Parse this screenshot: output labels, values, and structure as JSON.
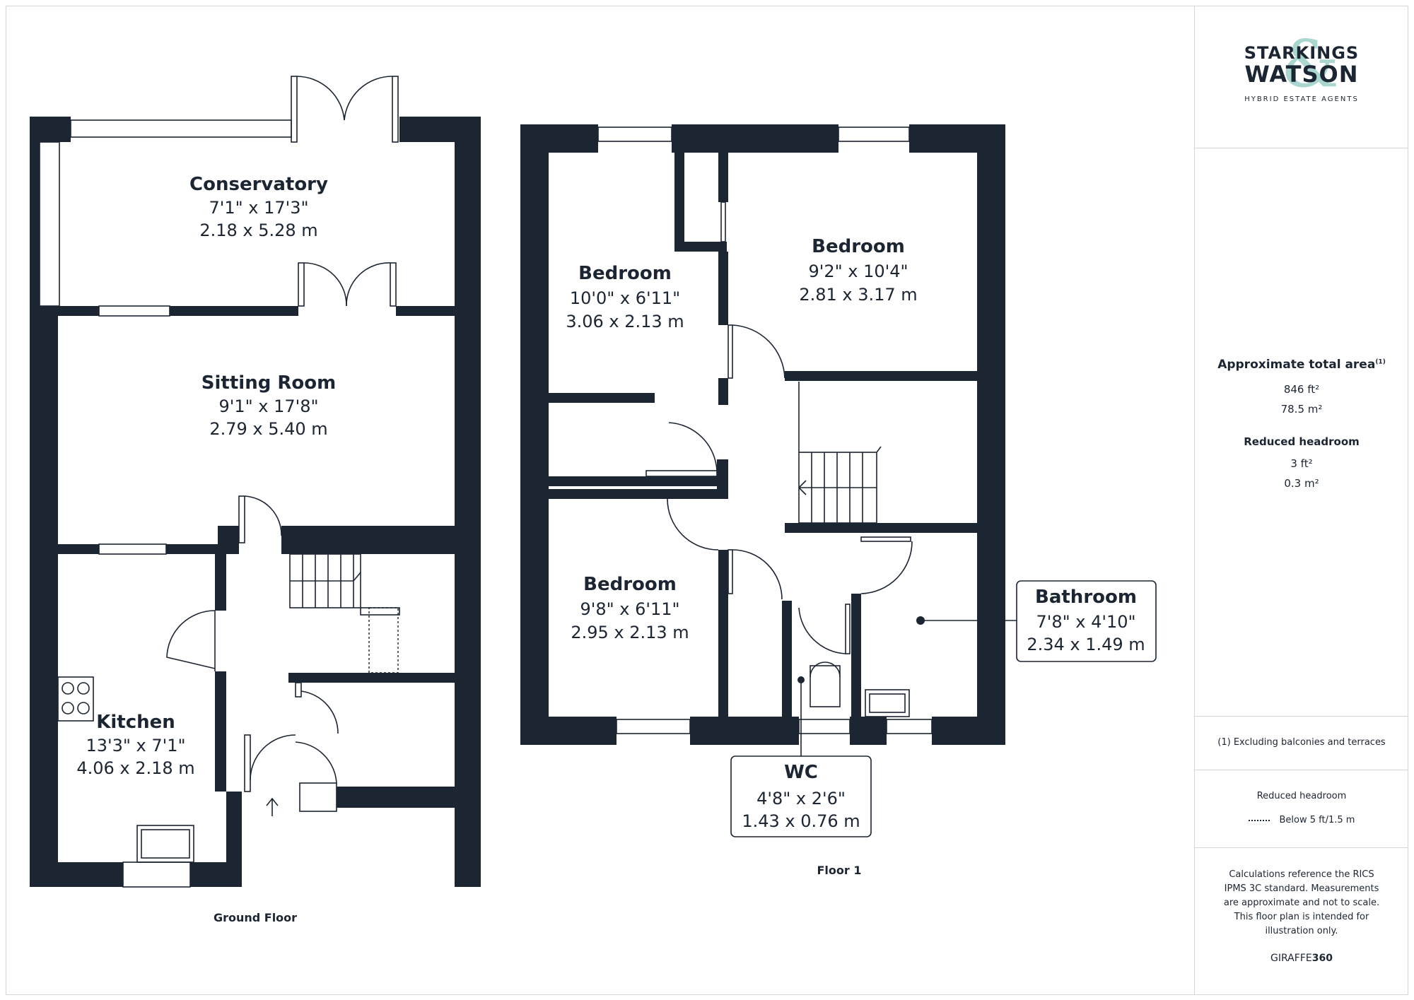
{
  "rooms": {
    "conservatory": {
      "name": "Conservatory",
      "dim_imperial": "7'1\" x 17'3\"",
      "dim_metric": "2.18 x 5.28 m"
    },
    "sitting_room": {
      "name": "Sitting Room",
      "dim_imperial": "9'1\" x 17'8\"",
      "dim_metric": "2.79 x 5.40 m"
    },
    "kitchen": {
      "name": "Kitchen",
      "dim_imperial": "13'3\" x 7'1\"",
      "dim_metric": "4.06 x 2.18 m"
    },
    "bedroom_1": {
      "name": "Bedroom",
      "dim_imperial": "10'0\" x 6'11\"",
      "dim_metric": "3.06 x 2.13 m"
    },
    "bedroom_2": {
      "name": "Bedroom",
      "dim_imperial": "9'2\" x 10'4\"",
      "dim_metric": "2.81 x 3.17 m"
    },
    "bedroom_3": {
      "name": "Bedroom",
      "dim_imperial": "9'8\" x 6'11\"",
      "dim_metric": "2.95 x 2.13 m"
    },
    "bathroom": {
      "name": "Bathroom",
      "dim_imperial": "7'8\" x 4'10\"",
      "dim_metric": "2.34 x 1.49 m"
    },
    "wc": {
      "name": "WC",
      "dim_imperial": "4'8\" x 2'6\"",
      "dim_metric": "1.43 x 0.76 m"
    }
  },
  "floors": {
    "ground": "Ground Floor",
    "first": "Floor 1"
  },
  "brand": {
    "name_line1": "STARKINGS",
    "name_line2": "WATSON",
    "ampersand": "&",
    "tagline": "HYBRID ESTATE AGENTS"
  },
  "area": {
    "heading": "Approximate total area",
    "footnote_mark": "(1)",
    "sqft": "846 ft²",
    "sqm": "78.5 m²",
    "reduced_heading": "Reduced headroom",
    "reduced_sqft": "3 ft²",
    "reduced_sqm": "0.3 m²"
  },
  "footnote": "(1) Excluding balconies and terraces",
  "legend": {
    "title": "Reduced headroom",
    "item": "Below 5 ft/1.5 m"
  },
  "disclaimer": "Calculations reference the RICS IPMS 3C standard. Measurements are approximate and not to scale. This floor plan is intended for illustration only.",
  "credit": {
    "part1": "GIRAFFE",
    "part2": "360"
  },
  "colors": {
    "wall": "#1c2532",
    "accent": "#a9d6ce",
    "divider": "#d2d6da"
  }
}
